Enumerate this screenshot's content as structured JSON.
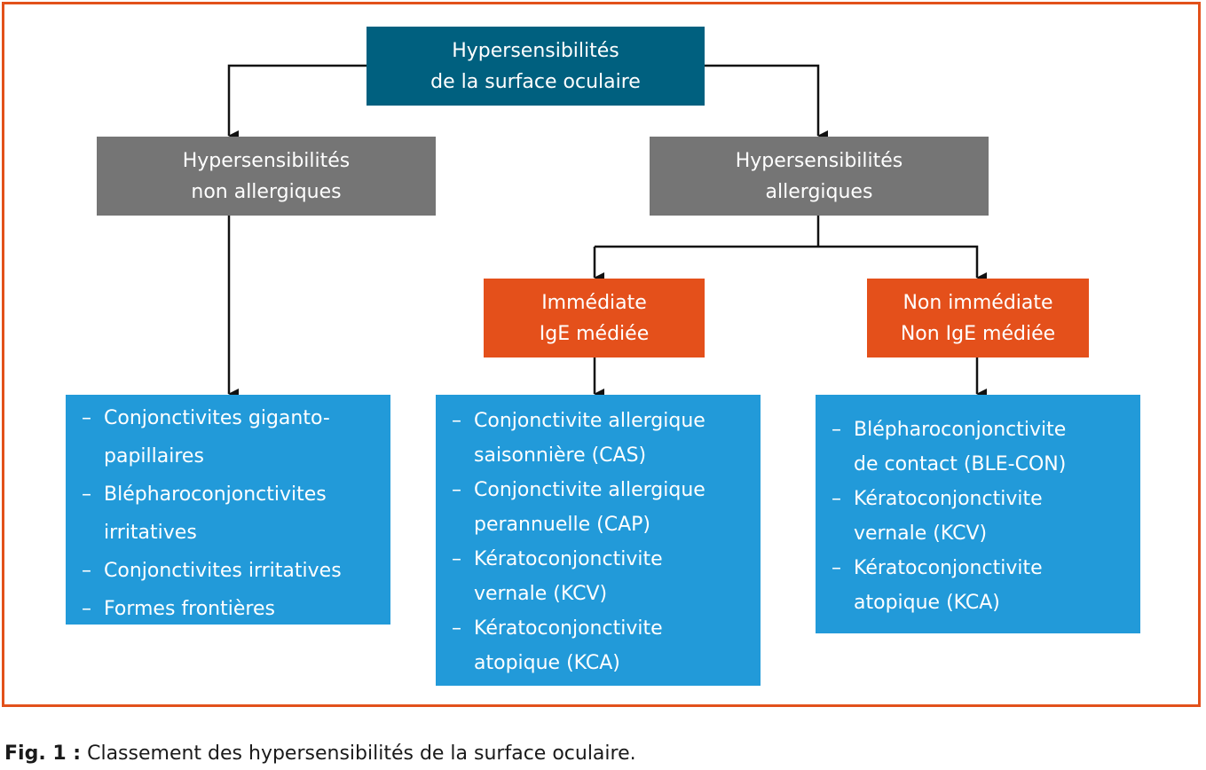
{
  "diagram": {
    "root": {
      "line1": "Hypersensibilités",
      "line2": "de la surface oculaire"
    },
    "non_allergic": {
      "line1": "Hypersensibilités",
      "line2": "non allergiques"
    },
    "allergic": {
      "line1": "Hypersensibilités",
      "line2": "allergiques"
    },
    "immediate": {
      "line1": "Immédiate",
      "line2": "IgE médiée"
    },
    "non_immediate": {
      "line1": "Non immédiate",
      "line2": "Non IgE médiée"
    },
    "list_non_allergic": [
      {
        "dash": "–",
        "line1": "Conjonctivites giganto-",
        "line2": "papillaires"
      },
      {
        "dash": "–",
        "line1": "Blépharoconjonctivites",
        "line2": "irritatives"
      },
      {
        "dash": "–",
        "line1": "Conjonctivites irritatives",
        "line2": ""
      },
      {
        "dash": "–",
        "line1": "Formes frontières",
        "line2": ""
      }
    ],
    "list_immediate": [
      {
        "dash": "–",
        "line1": "Conjonctivite allergique",
        "line2": "saisonnière (CAS)"
      },
      {
        "dash": "–",
        "line1": "Conjonctivite allergique",
        "line2": "perannuelle (CAP)"
      },
      {
        "dash": "–",
        "line1": "Kératoconjonctivite",
        "line2": "vernale (KCV)"
      },
      {
        "dash": "–",
        "line1": "Kératoconjonctivite",
        "line2": "atopique (KCA)"
      }
    ],
    "list_non_immediate": [
      {
        "dash": "–",
        "line1": "Blépharoconjonctivite",
        "line2": "de contact (BLE-CON)"
      },
      {
        "dash": "–",
        "line1": "Kératoconjonctivite",
        "line2": "vernale (KCV)"
      },
      {
        "dash": "–",
        "line1": "Kératoconjonctivite",
        "line2": "atopique (KCA)"
      }
    ]
  },
  "caption": {
    "label": "Fig. 1 :",
    "text": " Classement des hypersensibilités de la surface oculaire."
  },
  "colors": {
    "frame": "#e2511b",
    "root": "#00607f",
    "category": "#757575",
    "subcategory": "#e4501b",
    "list": "#229ad9"
  }
}
